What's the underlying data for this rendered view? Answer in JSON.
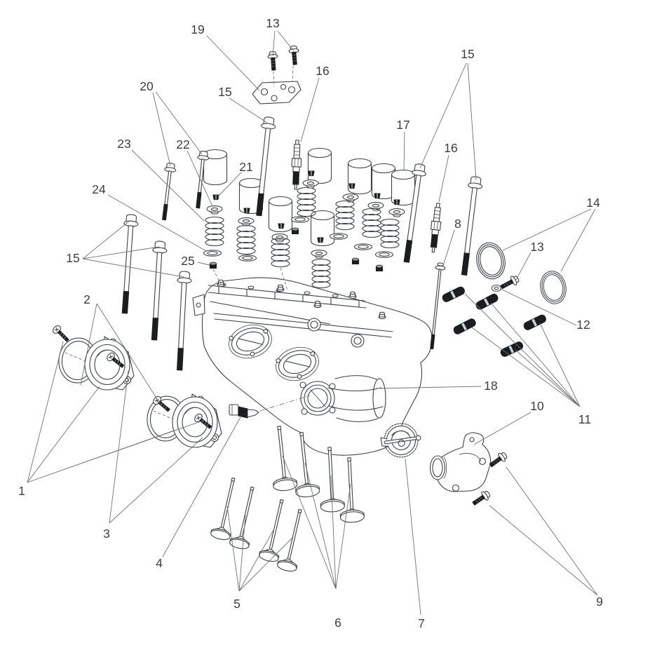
{
  "figure": {
    "name": "engine-cylinder-head-exploded-parts-diagram"
  },
  "colors": {
    "background": "#ffffff",
    "line": "#3d4247",
    "leader": "#6e7276",
    "label": "#3a3e41",
    "dark_fill": "#1b1e20"
  },
  "callouts": [
    {
      "label": "19",
      "part": "camshaft-retainer-bracket"
    },
    {
      "label": "13",
      "part": "bracket-flange-bolts"
    },
    {
      "label": "16",
      "part": "spark-plug-front"
    },
    {
      "label": "15",
      "part": "cylinder-head-bolts-right-pair"
    },
    {
      "label": "20",
      "part": "small-flange-bolts"
    },
    {
      "label": "15",
      "part": "cylinder-head-bolt-top"
    },
    {
      "label": "23",
      "part": "valve-spring"
    },
    {
      "label": "22",
      "part": "valve-spring-retainer"
    },
    {
      "label": "21",
      "part": "valve-cotters"
    },
    {
      "label": "17",
      "part": "valve-tappet-bucket"
    },
    {
      "label": "16",
      "part": "spark-plug-rear"
    },
    {
      "label": "24",
      "part": "valve-spring-seat"
    },
    {
      "label": "8",
      "part": "long-thin-bolt"
    },
    {
      "label": "14",
      "part": "exhaust-gasket-rings"
    },
    {
      "label": "15",
      "part": "cylinder-head-bolts-left-trio"
    },
    {
      "label": "13",
      "part": "small-flange-bolt-right"
    },
    {
      "label": "25",
      "part": "valve-stem-seal"
    },
    {
      "label": "12",
      "part": "flange-nut"
    },
    {
      "label": "2",
      "part": "clamp-screws"
    },
    {
      "label": "18",
      "part": "cylinder-head-casting"
    },
    {
      "label": "10",
      "part": "water-outlet-housing"
    },
    {
      "label": "11",
      "part": "exhaust-studs"
    },
    {
      "label": "1",
      "part": "intake-adapters-and-clamps"
    },
    {
      "label": "3",
      "part": "adapter-flanges"
    },
    {
      "label": "4",
      "part": "temperature-sensor"
    },
    {
      "label": "5",
      "part": "valves-small-set"
    },
    {
      "label": "6",
      "part": "valves-large-set"
    },
    {
      "label": "7",
      "part": "thermostat"
    },
    {
      "label": "9",
      "part": "outlet-housing-bolts"
    }
  ]
}
